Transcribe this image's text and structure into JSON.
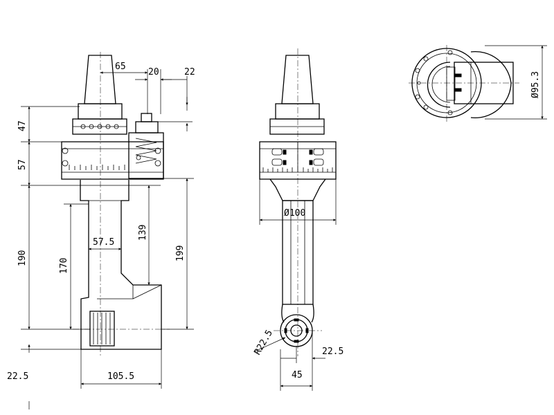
{
  "dimensions": {
    "d65": "65",
    "d20": "20",
    "d22": "22",
    "d47": "47",
    "d57": "57",
    "d190": "190",
    "d170": "170",
    "d57_5": "57.5",
    "d139": "139",
    "d199": "199",
    "d22_5_left": "22.5",
    "d105_5": "105.5",
    "dia100": "Ø100",
    "r22_5": "R22.5",
    "d22_5_front": "22.5",
    "d45": "45",
    "dia95_3": "Ø95.3"
  }
}
